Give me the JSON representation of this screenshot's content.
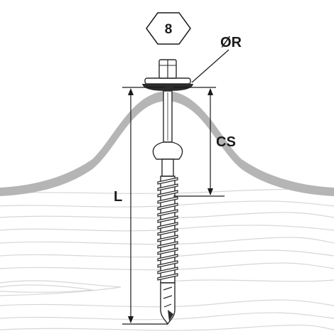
{
  "labels": {
    "hex_size": "8",
    "washer_diameter": "ØR",
    "clamping_length": "CS",
    "length": "L"
  },
  "icons": {
    "hex_head": "hexagon-icon"
  },
  "colors": {
    "sheet": "#b5b5b5",
    "wood_grain": "#d6d6d6",
    "washer": "#2b2b2b",
    "line": "#1a1a1a"
  }
}
